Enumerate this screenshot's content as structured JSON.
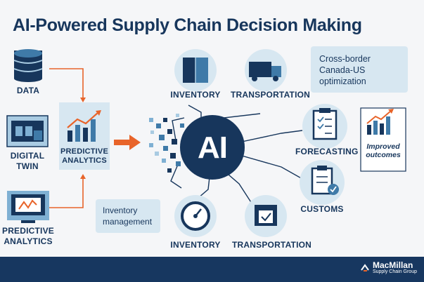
{
  "title": "AI-Powered Supply Chain Decision Making",
  "left": {
    "data_label": "DATA",
    "digital_twin_label": "DIGITAL TWIN",
    "predictive_analytics_label": "PREDICTIVE ANALYTICS",
    "center_predictive_label": "PREDICTIVE ANALYTICS"
  },
  "center": {
    "ai_label": "AI",
    "inventory_top": "INVENTORY",
    "transportation_top": "TRANSPORTATION",
    "forecasting": "FORECASTING",
    "customs": "CUSTOMS",
    "inventory_bottom": "INVENTORY",
    "transportation_bottom": "TRANSPORTATION"
  },
  "notes": {
    "cross_border": "Cross-border Canada-US optimization",
    "inventory_management": "Inventory management",
    "improved_outcomes": "Improved outcomes"
  },
  "footer": {
    "brand_name": "MacMillan",
    "brand_sub": "Supply Chain Group"
  },
  "colors": {
    "navy": "#17365c",
    "light_blue": "#d7e7f1",
    "orange": "#e8642a",
    "mid_blue": "#3f7aa8"
  },
  "icons": [
    "database-icon",
    "building-icon",
    "chart-icon",
    "boxes-icon",
    "truck-icon",
    "clipboard-icon",
    "gauge-icon",
    "shipping-box-icon"
  ]
}
